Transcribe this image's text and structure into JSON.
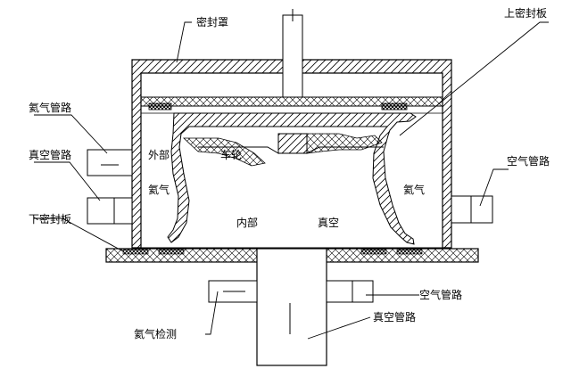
{
  "diagram": {
    "labels": {
      "seal_cover": "密封罩",
      "upper_seal_plate": "上密封板",
      "helium_pipe": "氦气管路",
      "vacuum_pipe_left": "真空管路",
      "outside": "外部",
      "wheel": "车轮",
      "helium_left": "氦气",
      "helium_right": "氦气",
      "air_pipe_right": "空气管路",
      "lower_seal_plate": "下密封板",
      "inside": "内部",
      "vacuum_inner": "真空",
      "air_pipe_bottom": "空气管路",
      "helium_detect": "氦气检测",
      "vacuum_pipe_bottom": "真空管路"
    }
  }
}
